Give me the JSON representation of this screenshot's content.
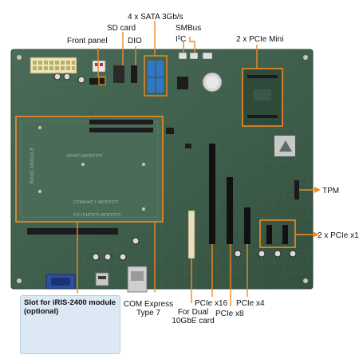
{
  "labels": {
    "sata": "4 x SATA 3Gb/s",
    "sd_card": "SD card",
    "smbus": "SMBus",
    "front_panel": "Front panel",
    "dio": "DIO",
    "i2c": "I²C",
    "pcie_mini": "2 x PCIe Mini",
    "tpm": "TPM",
    "pcie_x1": "2 x PCIe x1",
    "com_express": [
      "COM Express",
      "Type 7"
    ],
    "dual_10gbe": [
      "For Dual",
      "10GbE card"
    ],
    "pcie_x16": "PCIe x16",
    "pcie_x4": "PCIe x4",
    "pcie_x8": "PCIe x8"
  },
  "module_silkscreen": [
    "BASIC MODULE",
    "NANO MODULE",
    "COMPACT MODULE",
    "EXTENDED MODULE"
  ],
  "callout": {
    "title": "Slot for iRIS-2400 module (optional)"
  },
  "colors": {
    "board": "#3f5e4c",
    "highlight": "#f08a24",
    "callout_bg": "#dce9f5",
    "sata_blue": "#2f78c8"
  }
}
